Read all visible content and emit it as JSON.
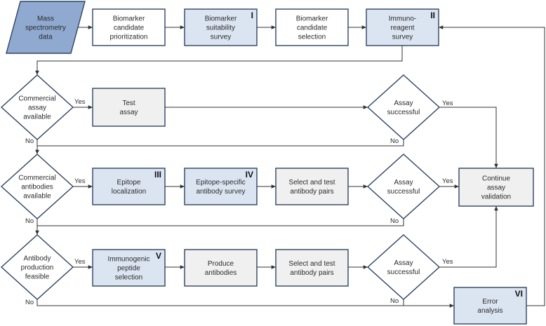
{
  "colors": {
    "stroke": "#2f4560",
    "fill_plain": "#ffffff",
    "fill_highlight": "#dbe4f1",
    "fill_gray": "#f0f0f0",
    "fill_parallelogram": "#8fa9d0",
    "line": "#333333"
  },
  "nodes": {
    "input": [
      "Mass",
      "spectrometry",
      "data"
    ],
    "prioritization": [
      "Biomarker",
      "candidate",
      "prioritization"
    ],
    "suitability": [
      "Biomarker",
      "suitability",
      "survey"
    ],
    "selection": [
      "Biomarker",
      "candidate",
      "selection"
    ],
    "immuno": [
      "Immuno-",
      "reagent",
      "survey"
    ],
    "d_commercial_assay": [
      "Commercial",
      "assay",
      "available"
    ],
    "test_assay": [
      "Test",
      "assay"
    ],
    "d_assay1": [
      "Assay",
      "successful"
    ],
    "d_commercial_ab": [
      "Commercial",
      "antibodies",
      "available"
    ],
    "epitope_loc": [
      "Epitope",
      "localization"
    ],
    "epitope_survey": [
      "Epitope-specific",
      "antibody survey"
    ],
    "select_pairs1": [
      "Select and test",
      "antibody pairs"
    ],
    "d_assay2": [
      "Assay",
      "successful"
    ],
    "continue": [
      "Continue",
      "assay",
      "validation"
    ],
    "d_ab_production": [
      "Antibody",
      "production",
      "feasible"
    ],
    "immunogenic": [
      "Immunogenic",
      "peptide",
      "selection"
    ],
    "produce": [
      "Produce",
      "antibodies"
    ],
    "select_pairs2": [
      "Select and test",
      "antibody pairs"
    ],
    "d_assay3": [
      "Assay",
      "successful"
    ],
    "error": [
      "Error",
      "analysis"
    ]
  },
  "markers": {
    "suitability": "I",
    "immuno": "II",
    "epitope_loc": "III",
    "epitope_survey": "IV",
    "immunogenic": "V",
    "error": "VI"
  },
  "edge_labels": {
    "yes": "Yes",
    "no": "No"
  }
}
